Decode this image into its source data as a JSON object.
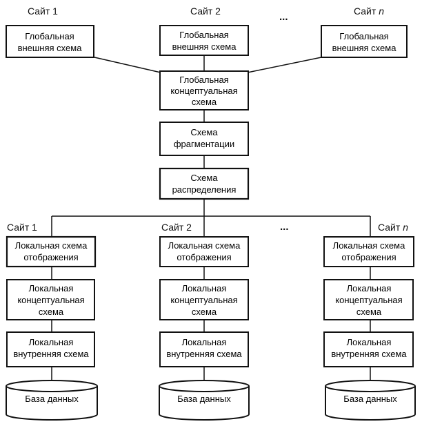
{
  "top_sites": {
    "site1": "Сайт 1",
    "site2": "Сайт 2",
    "ellipsis": "...",
    "siten_prefix": "Сайт ",
    "siten_suffix": "n"
  },
  "global_external": {
    "line1": "Глобальная",
    "line2": "внешняя схема"
  },
  "global_conceptual": {
    "line1": "Глобальная",
    "line2": "концептуальная",
    "line3": "схема"
  },
  "fragmentation": {
    "line1": "Схема",
    "line2": "фрагментации"
  },
  "distribution": {
    "line1": "Схема",
    "line2": "распределения"
  },
  "bottom_sites": {
    "site1": "Сайт 1",
    "site2": "Сайт 2",
    "ellipsis": "...",
    "siten_prefix": "Сайт ",
    "siten_suffix": "n"
  },
  "local_mapping": {
    "line1": "Локальная схема",
    "line2": "отображения"
  },
  "local_conceptual": {
    "line1": "Локальная",
    "line2": "концептуальная",
    "line3": "схема"
  },
  "local_internal": {
    "line1": "Локальная",
    "line2": "внутренняя схема"
  },
  "database": {
    "label": "База данных"
  },
  "colors": {
    "stroke": "#111111",
    "background": "#ffffff"
  }
}
